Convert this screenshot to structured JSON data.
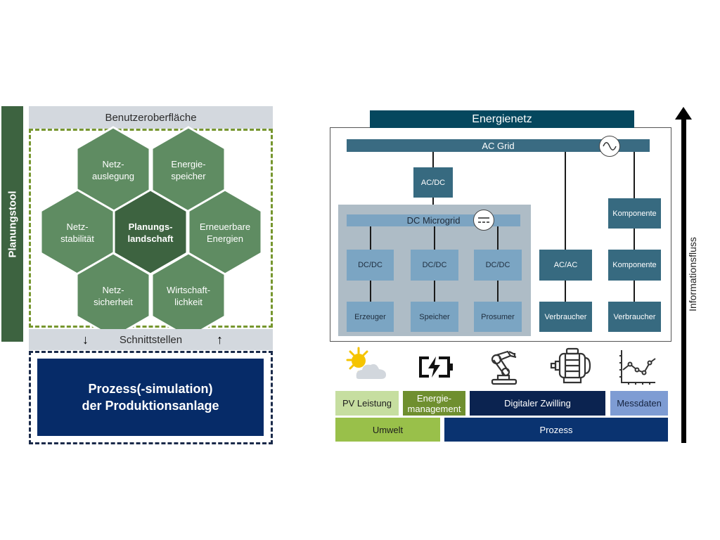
{
  "left_panel": {
    "side_label": "Planungstool",
    "top_bar": "Benutzeroberfläche",
    "interface_bar": "Schnittstellen",
    "arrow_down": "↓",
    "arrow_up": "↑",
    "process_box": {
      "line1": "Prozess(-simulation)",
      "line2": "der Produktionsanlage"
    },
    "hexagons": {
      "center": {
        "line1": "Planungs-",
        "line2": "landschaft"
      },
      "top_left": {
        "line1": "Netz-",
        "line2": "auslegung"
      },
      "top_right": {
        "line1": "Energie-",
        "line2": "speicher"
      },
      "left": {
        "line1": "Netz-",
        "line2": "stabilität"
      },
      "right": {
        "line1": "Erneuerbare",
        "line2": "Energien"
      },
      "bottom_left": {
        "line1": "Netz-",
        "line2": "sicherheit"
      },
      "bottom_right": {
        "line1": "Wirtschaft-",
        "line2": "lichkeit"
      }
    },
    "colors": {
      "hex": "#5f8c62",
      "hex_center": "#3d6340",
      "frame_green": "#76962e",
      "frame_navy": "#1a2a4a"
    }
  },
  "right_panel": {
    "title": "Energienetz",
    "ac_grid": "AC Grid",
    "ac_dc": "AC/DC",
    "dc_microgrid": "DC Microgrid",
    "dc_columns": [
      {
        "converter": "DC/DC",
        "device": "Erzeuger"
      },
      {
        "converter": "DC/DC",
        "device": "Speicher"
      },
      {
        "converter": "DC/DC",
        "device": "Prosumer"
      }
    ],
    "ac_columns": [
      {
        "converter": "AC/AC",
        "device": "Verbraucher"
      },
      {
        "top": "Komponente",
        "converter": "Komponente",
        "device": "Verbraucher"
      }
    ],
    "info_flow": "Informationsfluss",
    "icons": [
      "weather-sun-cloud-icon",
      "battery-charging-icon",
      "robot-arm-icon",
      "electric-motor-icon",
      "line-chart-icon"
    ],
    "categories_top": [
      {
        "line1": "PV Leistung",
        "line2": "",
        "color": "#c6dea0",
        "text": "#1e1e1e"
      },
      {
        "line1": "Energie-",
        "line2": "management",
        "color": "#6f8f2f",
        "text": "#ffffff"
      },
      {
        "line1": "Digitaler Zwilling",
        "line2": "",
        "color": "#0b2350",
        "text": "#ffffff"
      },
      {
        "line1": "Messdaten",
        "line2": "",
        "color": "#7e9cd3",
        "text": "#15233f"
      }
    ],
    "categories_bottom": [
      {
        "label": "Umwelt",
        "color": "#99c04a",
        "text": "#1e1e1e"
      },
      {
        "label": "Prozess",
        "color": "#0a3370",
        "text": "#ffffff"
      }
    ]
  }
}
